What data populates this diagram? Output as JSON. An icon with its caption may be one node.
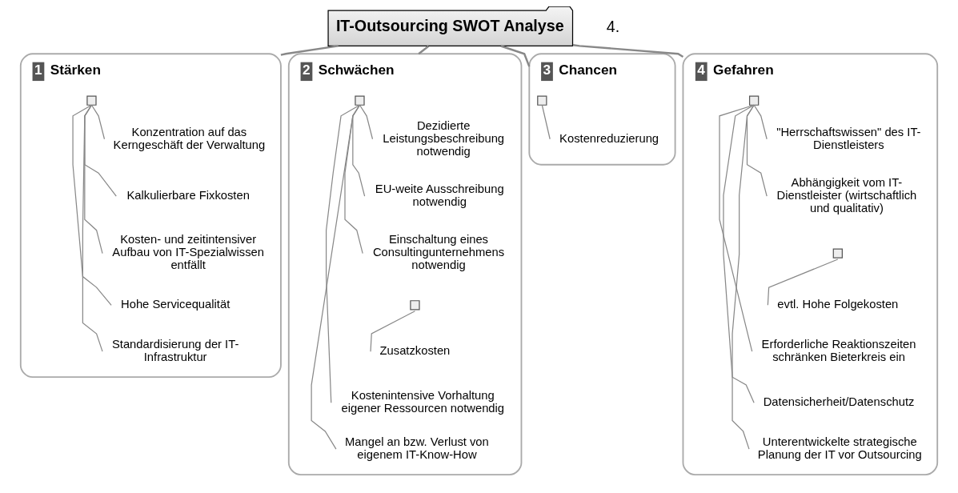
{
  "diagram": {
    "nodes": [
      {
        "text": [
          "IT-Outsourcing SWOT Analyse"
        ]
      },
      {
        "text": [
          "Stärken"
        ],
        "beside": [
          "1"
        ]
      },
      {
        "text": [],
        "shape": "box",
        "in": 1
      },
      {
        "text": [
          "Konzentration auf das Kerngeschäft der Verwaltung"
        ],
        "in": 1
      },
      {
        "text": [
          "Kalkulierbare Fixkosten"
        ],
        "in": 1
      },
      {
        "text": [
          "Kosten- und zeitintensiver Aufbau von IT-Spezialwissen entfällt"
        ],
        "in": 1
      },
      {
        "text": [
          "Hohe Servicequalität"
        ],
        "in": 1
      },
      {
        "text": [
          "Standardisierung der IT-Infrastruktur"
        ],
        "in": 1
      },
      {
        "text": [
          "Schwächen"
        ],
        "beside": [
          "2"
        ]
      },
      {
        "text": [],
        "shape": "box",
        "in": 8
      },
      {
        "text": [
          "Dezidierte Leistungsbeschreibung notwendig"
        ],
        "in": 8
      },
      {
        "text": [
          "EU-weite Ausschreibung notwendig"
        ],
        "in": 8
      },
      {
        "text": [
          "Einschaltung eines Consultingunternehmens notwendig"
        ],
        "in": 8
      },
      {
        "text": [],
        "shape": "box",
        "in": 8
      },
      {
        "text": [
          "Zusatzkosten"
        ],
        "in": 8
      },
      {
        "text": [
          "Kostenintensive Vorhaltung eigener Ressourcen notwendig"
        ],
        "in": 8
      },
      {
        "text": [
          "Mangel an bzw. Verlust von eigenem IT-Know-How"
        ],
        "in": 8
      },
      {
        "text": [
          "Chancen"
        ],
        "beside": [
          "3"
        ]
      },
      {
        "text": [],
        "shape": "box",
        "in": 17
      },
      {
        "text": [
          "Kostenreduzierung"
        ],
        "in": 17
      },
      {
        "text": [
          "Gefahren"
        ],
        "beside": [
          "4"
        ]
      },
      {
        "text": [],
        "shape": "box",
        "in": 20
      },
      {
        "text": [
          "\"Herrschaftswissen\" des IT-Dienstleisters"
        ],
        "in": 20
      },
      {
        "text": [
          "Abhängigkeit vom IT-Dienstleister (wirtschaftlich und qualitativ)"
        ],
        "in": 20
      },
      {
        "text": [],
        "shape": "box",
        "in": 20
      },
      {
        "text": [
          "evtl. Hohe Folgekosten"
        ],
        "in": 20
      },
      {
        "text": [
          "Erforderliche Reaktionszeiten schränken Bieterkreis ein"
        ],
        "in": 20
      },
      {
        "text": [
          "Datensicherheit/Datenschutz"
        ],
        "in": 20
      },
      {
        "text": [
          "Unterentwickelte strategische Planung der IT vor Outsourcing"
        ],
        "in": 20
      }
    ],
    "edges": [
      {
        "from": 0,
        "to": 1,
        "arrow": "none"
      },
      {
        "from": 0,
        "to": 8,
        "arrow": "none"
      },
      {
        "from": 0,
        "to": 17,
        "arrow": "none"
      },
      {
        "from": 0,
        "to": 20,
        "arrow": "none"
      },
      {
        "from": 2,
        "to": 3,
        "arrow": "none"
      },
      {
        "from": 2,
        "to": 4,
        "arrow": "none"
      },
      {
        "from": 2,
        "to": 5,
        "arrow": "none"
      },
      {
        "from": 2,
        "to": 6,
        "arrow": "none"
      },
      {
        "from": 2,
        "to": 7,
        "arrow": "none"
      },
      {
        "from": 9,
        "to": 10,
        "arrow": "none"
      },
      {
        "from": 9,
        "to": 11,
        "arrow": "none"
      },
      {
        "from": 9,
        "to": 12,
        "arrow": "none"
      },
      {
        "from": 13,
        "to": 14,
        "arrow": "none"
      },
      {
        "from": 9,
        "to": 15,
        "arrow": "none"
      },
      {
        "from": 9,
        "to": 16,
        "arrow": "none"
      },
      {
        "from": 18,
        "to": 19,
        "arrow": "none"
      },
      {
        "from": 21,
        "to": 22,
        "arrow": "none"
      },
      {
        "from": 21,
        "to": 23,
        "arrow": "none"
      },
      {
        "from": 24,
        "to": 25,
        "arrow": "none"
      },
      {
        "from": 21,
        "to": 26,
        "arrow": "none"
      },
      {
        "from": 21,
        "to": 27,
        "arrow": "none"
      },
      {
        "from": 21,
        "to": 28,
        "arrow": "none"
      }
    ],
    "labels": [
      "4."
    ]
  }
}
